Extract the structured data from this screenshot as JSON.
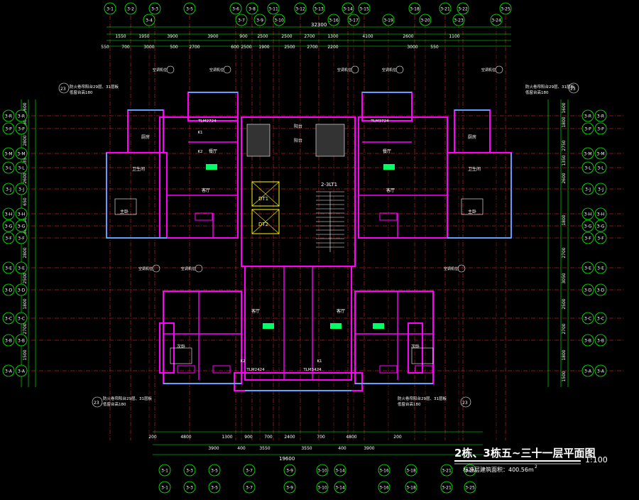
{
  "drawing": {
    "title": "2栋、3栋五~三十一层平面图",
    "scale": "1:100",
    "area_note": "标准层建筑面积：400.56m",
    "area_superscript": "2",
    "colors": {
      "background": "#000000",
      "axis": "#ff3030",
      "dimension": "#00ff00",
      "wall": "#ff00ff",
      "window": "#00ffff",
      "text": "#ffffff",
      "accent_yellow": "#ffff00",
      "furniture": "#00ff66"
    }
  },
  "axis_top": [
    "3-1",
    "3-2",
    "3-3",
    "3-5",
    "3-6",
    "3-8",
    "3-11",
    "3-12",
    "3-13",
    "3-14",
    "3-15",
    "3-18",
    "3-21",
    "3-22",
    "3-25"
  ],
  "axis_top_sub": [
    "3-4",
    "3-7",
    "3-9",
    "3-10",
    "3-16",
    "3-17",
    "3-19",
    "3-20",
    "3-23",
    "3-24"
  ],
  "axis_bottom": [
    "3-1",
    "3-3",
    "3-5",
    "3-7",
    "3-9",
    "3-10",
    "3-14",
    "3-16",
    "3-18",
    "3-21",
    "3-25"
  ],
  "axis_left": [
    "3-R",
    "3-P",
    "3-M",
    "3-L",
    "3-J",
    "3-H",
    "3-G",
    "3-F",
    "3-E",
    "3-D",
    "3-C",
    "3-B",
    "3-A"
  ],
  "axis_right": [
    "3-R",
    "3-P",
    "3-M",
    "3-L",
    "3-J",
    "3-H",
    "3-G",
    "3-F",
    "3-E",
    "3-D",
    "3-C",
    "3-B",
    "3-A"
  ],
  "dims_top_row1": [
    "1550",
    "1950",
    "3900",
    "3900",
    "900",
    "2500",
    "2500",
    "2700",
    "1300",
    "4100",
    "2600",
    "1100"
  ],
  "dims_top_row2": [
    "550",
    "700",
    "3000",
    "500",
    "2700",
    "600",
    "2500",
    "1900",
    "2500",
    "2700",
    "2200",
    "3000",
    "550"
  ],
  "dims_top_total": "32300",
  "dims_left": [
    "1600",
    "1800",
    "2800",
    "1350",
    "2600",
    "650",
    "1800",
    "1800",
    "2800",
    "2500",
    "1800",
    "2700",
    "1500"
  ],
  "dims_right": [
    "1600",
    "1800",
    "2750",
    "1350",
    "2600",
    "1800",
    "2700",
    "3050",
    "2500",
    "2700",
    "1800",
    "1500"
  ],
  "dims_bottom_row1": [
    "200",
    "4800",
    "1300",
    "900",
    "700",
    "2400",
    "700",
    "4800",
    "200"
  ],
  "dims_bottom_row2": [
    "3900",
    "400",
    "3550",
    "3550",
    "400",
    "3900"
  ],
  "dims_bottom_total": "19600",
  "room_labels": [
    {
      "text": "客厅"
    },
    {
      "text": "客厅"
    },
    {
      "text": "客厅"
    },
    {
      "text": "客厅"
    },
    {
      "text": "主卧"
    },
    {
      "text": "主卧"
    },
    {
      "text": "次卧"
    },
    {
      "text": "次卧"
    },
    {
      "text": "餐厅"
    },
    {
      "text": "餐厅"
    },
    {
      "text": "厨房"
    },
    {
      "text": "厨房"
    },
    {
      "text": "卫生间"
    },
    {
      "text": "卫生间"
    },
    {
      "text": "阳台"
    },
    {
      "text": "阳台"
    }
  ],
  "callouts": [
    {
      "text": "空调机位"
    },
    {
      "text": "空调机位"
    },
    {
      "text": "空调机位"
    },
    {
      "text": "空调机位"
    },
    {
      "text": "空调机位"
    },
    {
      "text": "空调机位"
    },
    {
      "text": "空调机位"
    },
    {
      "text": "空调机位"
    }
  ],
  "stair_label": "2-3LT1",
  "elevator_labels": [
    "DT1",
    "DT2"
  ],
  "tag_labels": [
    "TLM2724",
    "TLM3724",
    "TLM2424",
    "TLM3424",
    "K1",
    "K2",
    "K2",
    "K1"
  ],
  "notes_left": [
    "防火卷帘阳台29层、31层板",
    "低窗台高180"
  ],
  "notes_right": [
    "防火卷帘阳台29层、31层板",
    "低窗台高180"
  ],
  "corner_tags": [
    "23",
    "23",
    "23",
    "23"
  ]
}
